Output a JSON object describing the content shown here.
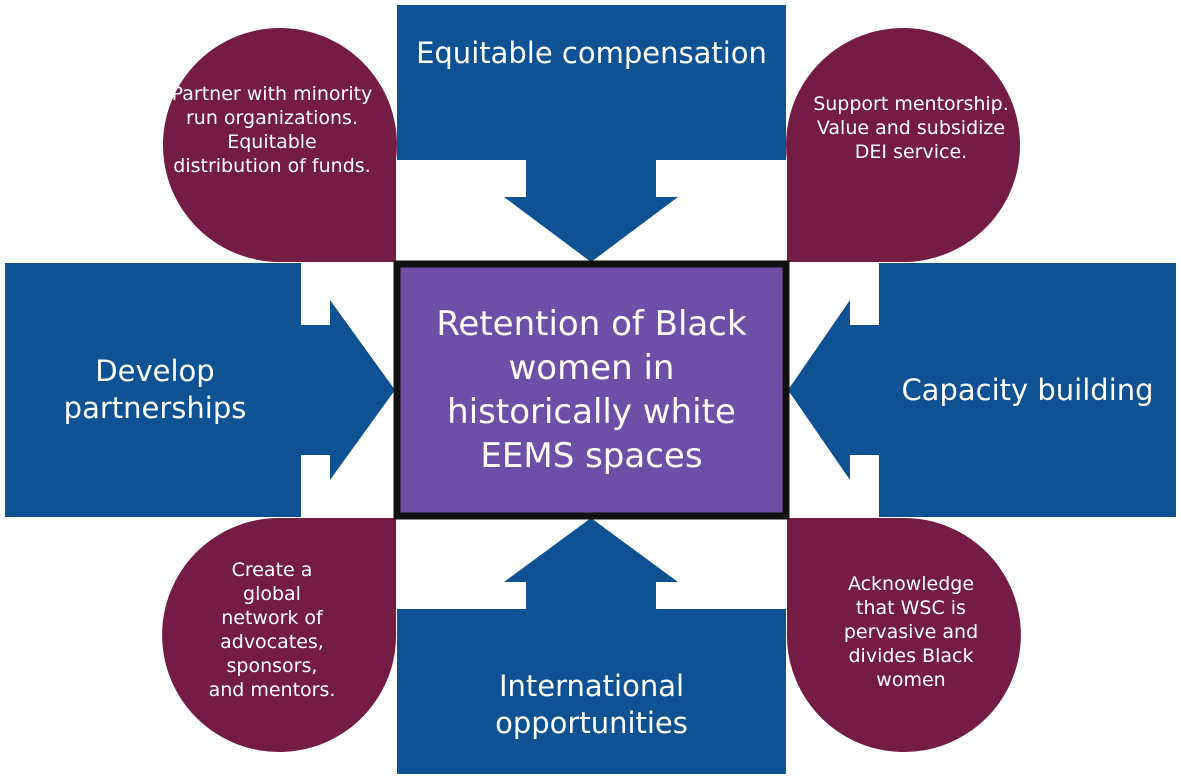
{
  "colors": {
    "blue": "#0e5294",
    "maroon": "#741c44",
    "purple": "#6e4fa7",
    "center_border": "#111111",
    "text": "#ffffff"
  },
  "center": {
    "text": "Retention of Black\nwomen in\nhistorically white\nEEMS spaces"
  },
  "strategies": {
    "top": {
      "text": "Equitable compensation"
    },
    "left": {
      "text": "Develop\npartnerships"
    },
    "right": {
      "text": "Capacity building"
    },
    "bottom": {
      "text": "International\nopportunities"
    }
  },
  "actions": {
    "top_left": {
      "text": "Partner with minority\nrun organizations.\nEquitable\ndistribution of funds."
    },
    "top_right": {
      "text": "Support mentorship.\nValue and subsidize\nDEI service."
    },
    "bottom_left": {
      "text": "Create a\nglobal\nnetwork of\nadvocates,\nsponsors,\nand mentors."
    },
    "bottom_right": {
      "text": "Acknowledge\nthat WSC is\npervasive and\ndivides Black\nwomen"
    }
  }
}
